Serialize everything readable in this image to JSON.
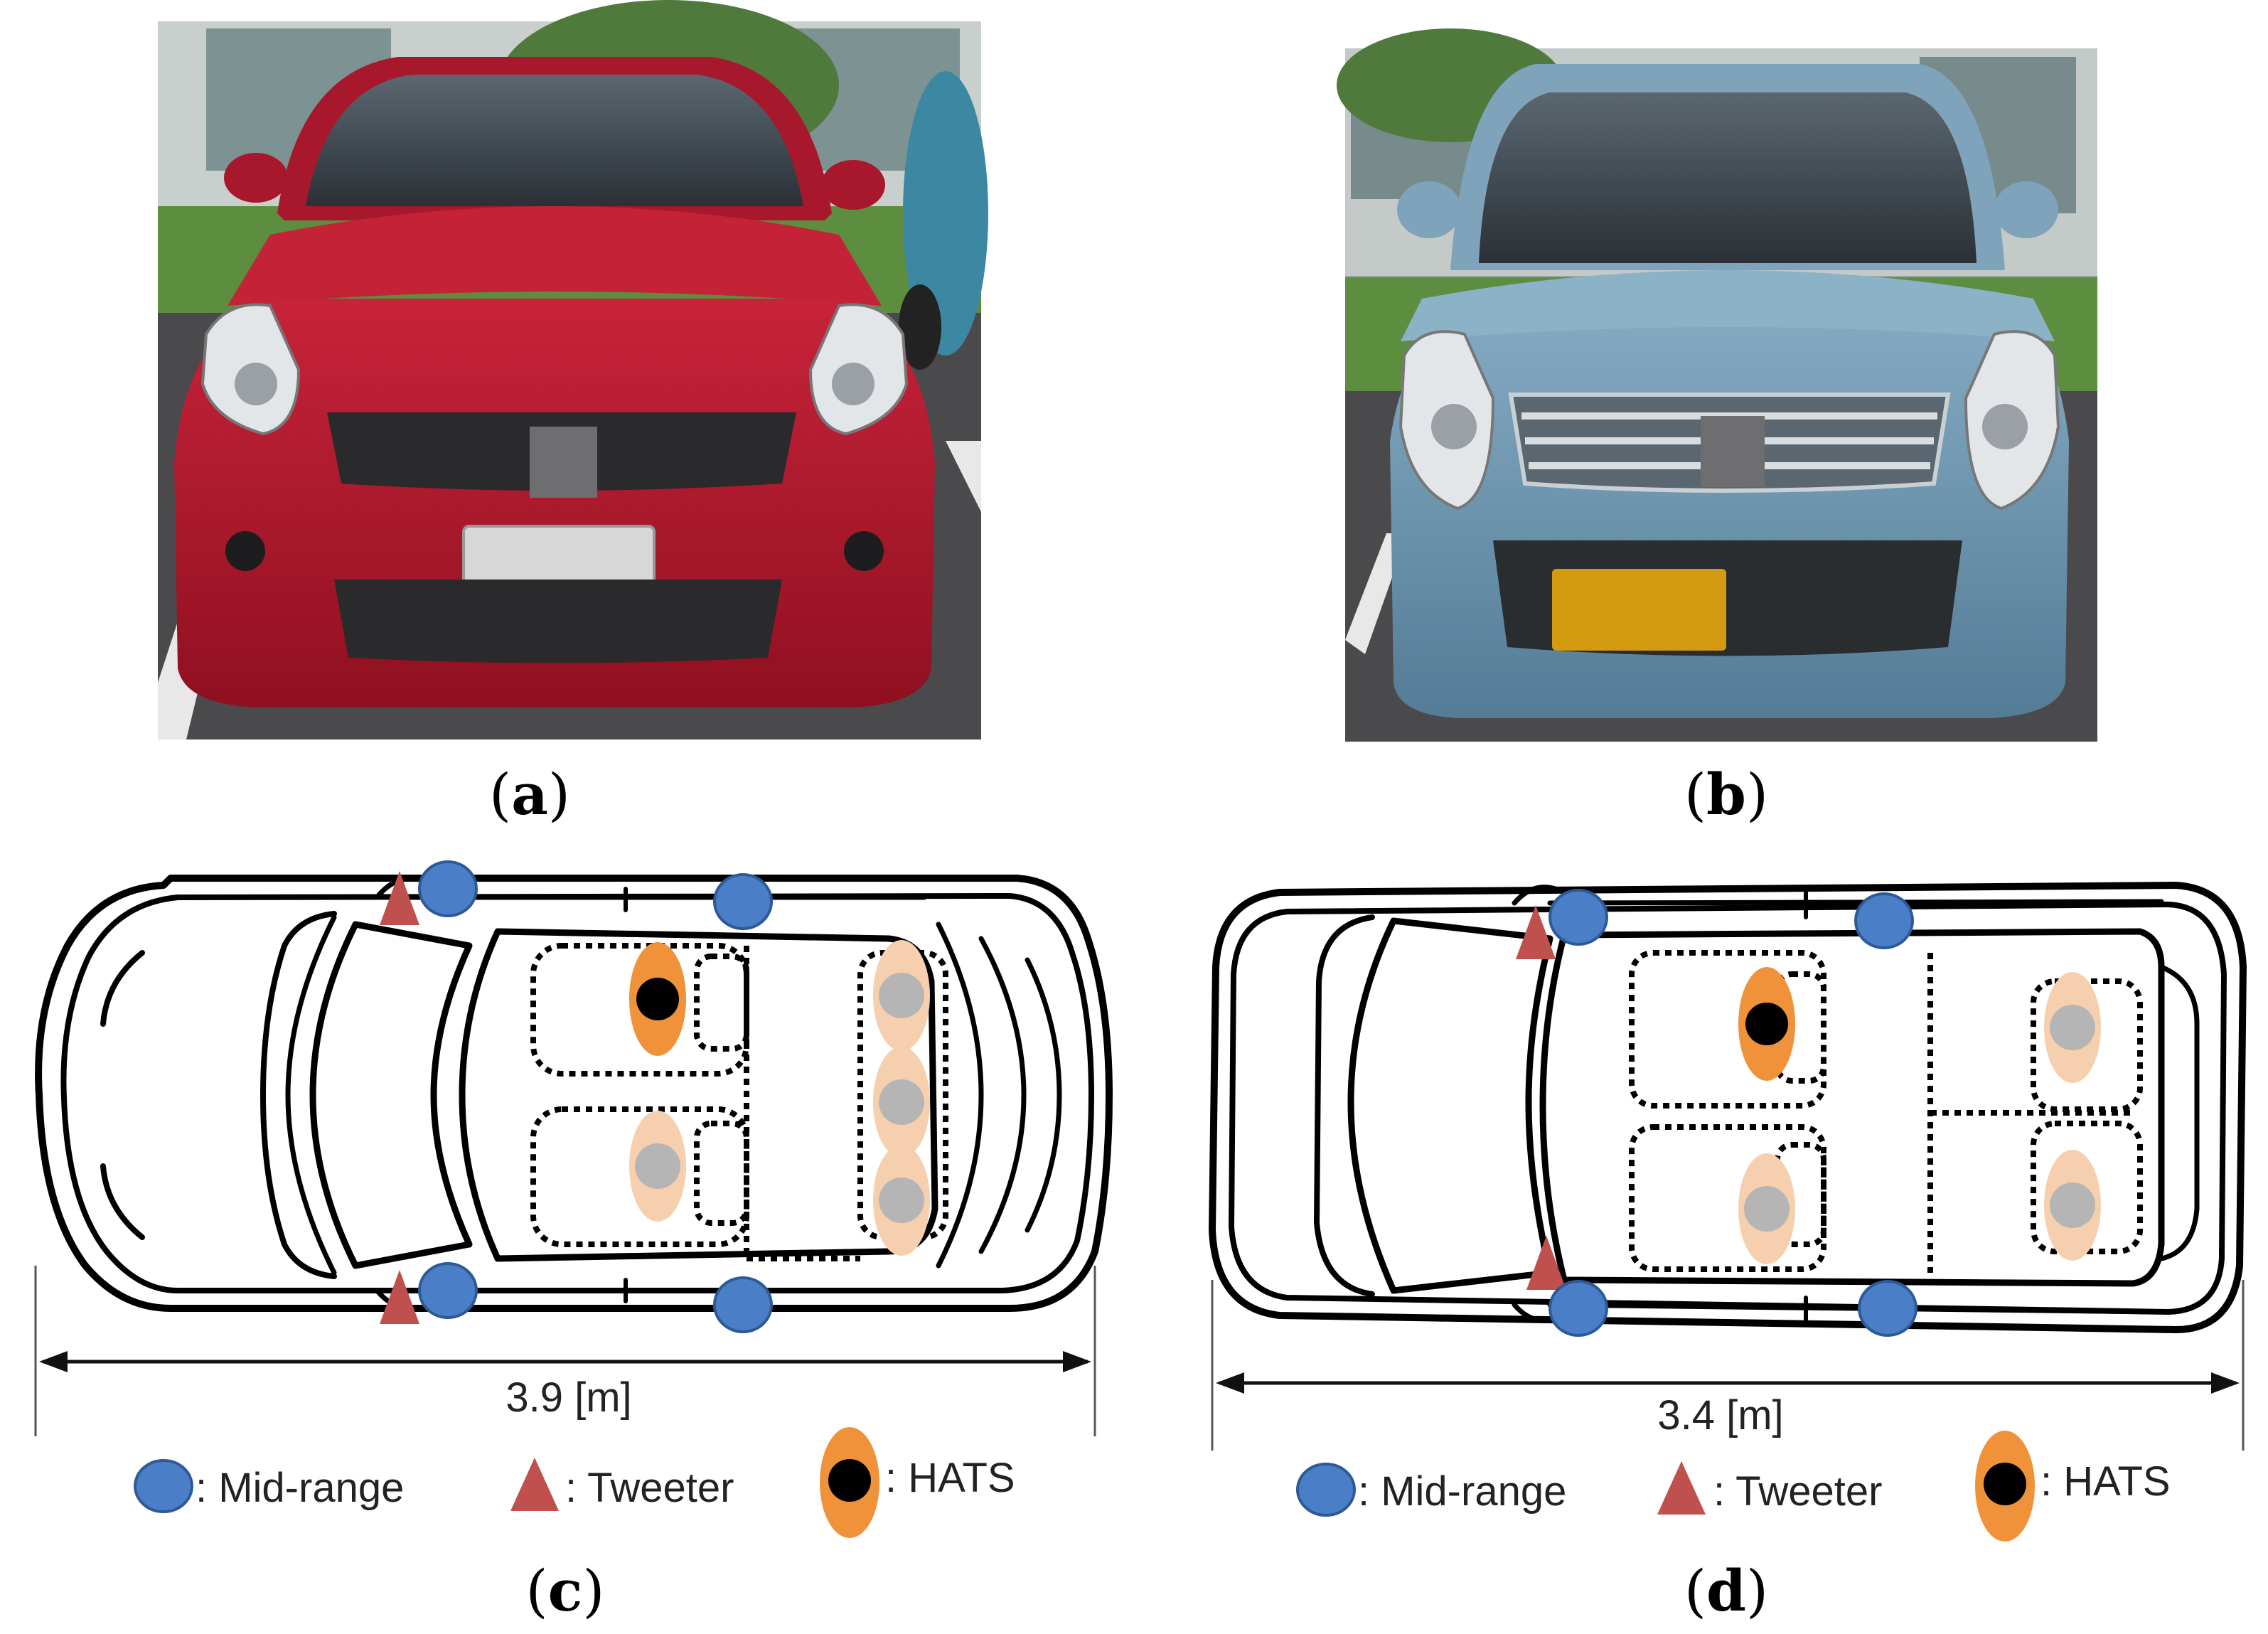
{
  "panels": {
    "a": {
      "label": "a"
    },
    "b": {
      "label": "b"
    },
    "c": {
      "label": "c",
      "dimension": "3.9 [m]"
    },
    "d": {
      "label": "d",
      "dimension": "3.4 [m]"
    }
  },
  "legend": {
    "midrange": ": Mid-range",
    "tweeter": ": Tweeter",
    "hats": ": HATS"
  },
  "colors": {
    "midrange": "#4a7ec6",
    "tweeter": "#c0504d",
    "hats_outer": "#f0923a",
    "hats_inner": "#000000",
    "seat_outer": "#f6cfae",
    "seat_inner": "#b5b5b5",
    "car_a": "#b5172b",
    "car_b": "#6f98b4",
    "plate_b": "#d49a10"
  }
}
